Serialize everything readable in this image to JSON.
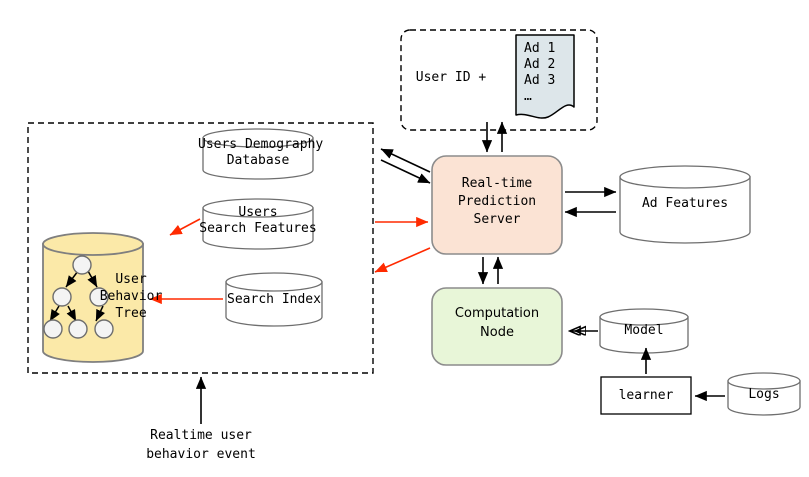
{
  "diagram": {
    "title": "Real-time ad prediction system architecture",
    "colors": {
      "prediction_server_fill": "#fbe3d4",
      "prediction_server_stroke": "#8c8c8c",
      "computation_node_fill": "#e8f6d8",
      "computation_node_stroke": "#8c8c8c",
      "behavior_tree_fill": "#fbe9a8",
      "behavior_tree_stroke": "#7f7f7f",
      "ad_document_fill": "#dde6ea",
      "ad_document_stroke": "#000000",
      "cylinder_fill": "#ffffff",
      "cylinder_stroke": "#6e6e6e",
      "arrow_black": "#000000",
      "arrow_red": "#ff2a00",
      "dashed_box_stroke": "#000000",
      "text": "#000000"
    },
    "left_group": {
      "name": "user-data-store-group",
      "style": "dashed",
      "cylinders": [
        {
          "id": "users-demography-database",
          "line1": "Users Demography",
          "line2": "Database"
        },
        {
          "id": "users-search-features",
          "line1": "Users",
          "line2": "Search Features"
        },
        {
          "id": "search-index",
          "line1": "Search Index",
          "line2": ""
        }
      ],
      "behavior_store": {
        "id": "user-behavior-tree",
        "line1": "User",
        "line2": "Behavior",
        "line3": "Tree",
        "tree": {
          "root_count": 1,
          "level2_count": 2,
          "level3_count": 3
        }
      }
    },
    "top_group": {
      "name": "request-response-group",
      "style": "dashed",
      "request_label": "User ID +",
      "document": {
        "id": "ad-list-document",
        "lines": [
          "Ad 1",
          "Ad 2",
          "Ad 3",
          "…"
        ]
      }
    },
    "nodes": [
      {
        "id": "real-time-prediction-server",
        "lines": [
          "Real-time",
          "Prediction",
          "Server"
        ],
        "shape": "rounded-rect",
        "fill": "#fbe3d4"
      },
      {
        "id": "computation-node",
        "lines": [
          "Computation",
          "Node"
        ],
        "shape": "rounded-rect",
        "fill": "#e8f6d8"
      },
      {
        "id": "ad-features",
        "lines": [
          "Ad Features"
        ],
        "shape": "cylinder"
      },
      {
        "id": "model",
        "lines": [
          "Model"
        ],
        "shape": "cylinder"
      },
      {
        "id": "logs",
        "lines": [
          "Logs"
        ],
        "shape": "cylinder"
      },
      {
        "id": "learner",
        "lines": [
          "learner"
        ],
        "shape": "rect"
      }
    ],
    "caption": {
      "id": "realtime-user-behavior-event",
      "line1": "Realtime user",
      "line2": "behavior event"
    },
    "edges": [
      {
        "from": "users-demography-database",
        "to": "real-time-prediction-server",
        "color": "#000000",
        "direction": "both"
      },
      {
        "from": "real-time-prediction-server",
        "to": "users-search-features",
        "color": "#ff2a00",
        "direction": "to-server"
      },
      {
        "from": "real-time-prediction-server",
        "to": "search-index",
        "color": "#ff2a00",
        "direction": "from-server"
      },
      {
        "from": "users-search-features",
        "to": "user-behavior-tree",
        "color": "#ff2a00",
        "direction": "to-tree"
      },
      {
        "from": "search-index",
        "to": "user-behavior-tree",
        "color": "#ff2a00",
        "direction": "to-tree"
      },
      {
        "from": "real-time-prediction-server",
        "to": "ad-list-document",
        "color": "#000000",
        "direction": "both"
      },
      {
        "from": "real-time-prediction-server",
        "to": "ad-features",
        "color": "#000000",
        "direction": "both"
      },
      {
        "from": "real-time-prediction-server",
        "to": "computation-node",
        "color": "#000000",
        "direction": "both"
      },
      {
        "from": "model",
        "to": "computation-node",
        "color": "#000000",
        "direction": "to-node"
      },
      {
        "from": "learner",
        "to": "model",
        "color": "#000000",
        "direction": "to-model"
      },
      {
        "from": "logs",
        "to": "learner",
        "color": "#000000",
        "direction": "to-learner"
      },
      {
        "from": "realtime-user-behavior-event",
        "to": "user-data-store-group",
        "color": "#000000",
        "direction": "up"
      }
    ]
  }
}
